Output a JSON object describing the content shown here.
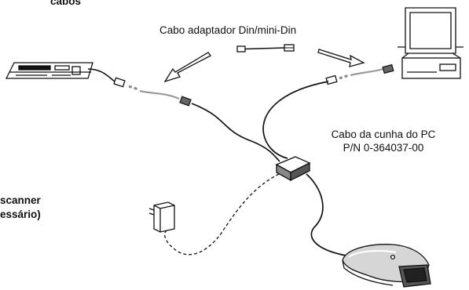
{
  "labels": {
    "title_fragment": "cabos",
    "adapter_cable": "Cabo adaptador Din/mini-Din",
    "wedge_cable_line1": "Cabo da cunha do PC",
    "wedge_cable_line2": "P/N 0-364037-00",
    "power_line1": "scanner",
    "power_line2": "essário)"
  },
  "icons": {
    "keyboard": "keyboard-icon",
    "computer": "computer-icon",
    "power_supply": "power-supply-icon",
    "scanner": "barcode-scanner-icon",
    "junction": "wedge-junction-box"
  }
}
